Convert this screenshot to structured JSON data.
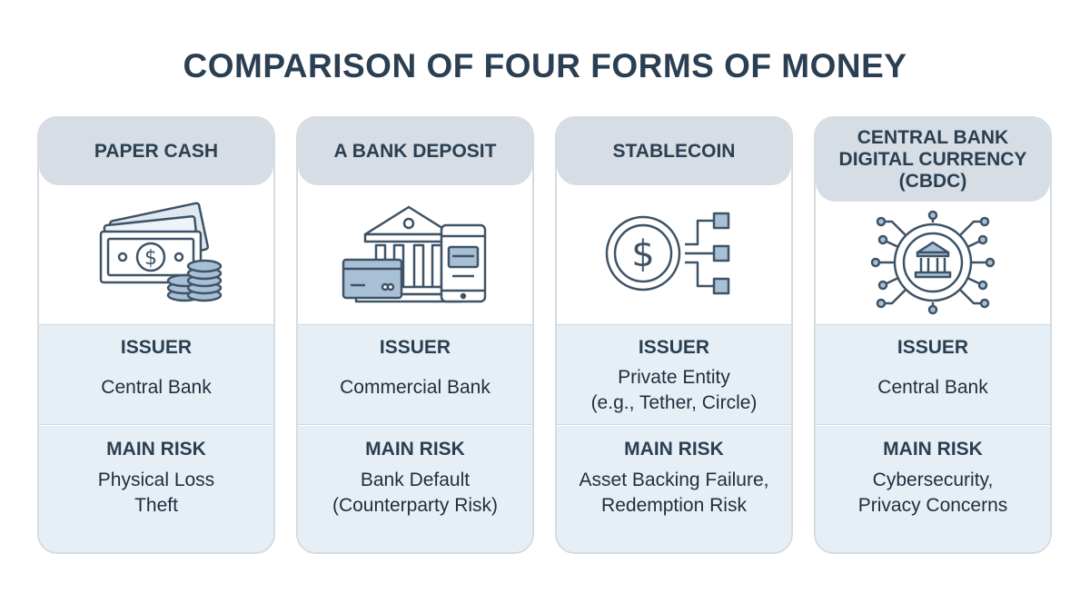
{
  "title": "COMPARISON OF FOUR FORMS OF MONEY",
  "colors": {
    "icon_stroke": "#3f5366",
    "icon_fill": "#a9bfd6",
    "header_bg": "#d6dde4",
    "section_bg": "#e7eff6",
    "title_text": "#2b3f52"
  },
  "cards": [
    {
      "header": "PAPER CASH",
      "icon": "cash-banknotes-coins-icon",
      "issuer_label": "ISSUER",
      "issuer_lines": [
        "Central Bank"
      ],
      "risk_label": "MAIN RISK",
      "risk_lines": [
        "Physical Loss",
        "Theft"
      ]
    },
    {
      "header": "A BANK DEPOSIT",
      "icon": "bank-card-phone-icon",
      "issuer_label": "ISSUER",
      "issuer_lines": [
        "Commercial Bank"
      ],
      "risk_label": "MAIN RISK",
      "risk_lines": [
        "Bank Default",
        "(Counterparty Risk)"
      ]
    },
    {
      "header": "STABLECOIN",
      "icon": "coin-network-icon",
      "issuer_label": "ISSUER",
      "issuer_lines": [
        "Private Entity",
        "(e.g., Tether, Circle)"
      ],
      "risk_label": "MAIN RISK",
      "risk_lines": [
        "Asset Backing Failure,",
        "Redemption Risk"
      ]
    },
    {
      "header_lines": [
        "CENTRAL BANK",
        "DIGITAL CURRENCY",
        "(CBDC)"
      ],
      "icon": "bank-network-coin-icon",
      "issuer_label": "ISSUER",
      "issuer_lines": [
        "Central Bank"
      ],
      "risk_label": "MAIN RISK",
      "risk_lines": [
        "Cybersecurity,",
        "Privacy Concerns"
      ]
    }
  ]
}
